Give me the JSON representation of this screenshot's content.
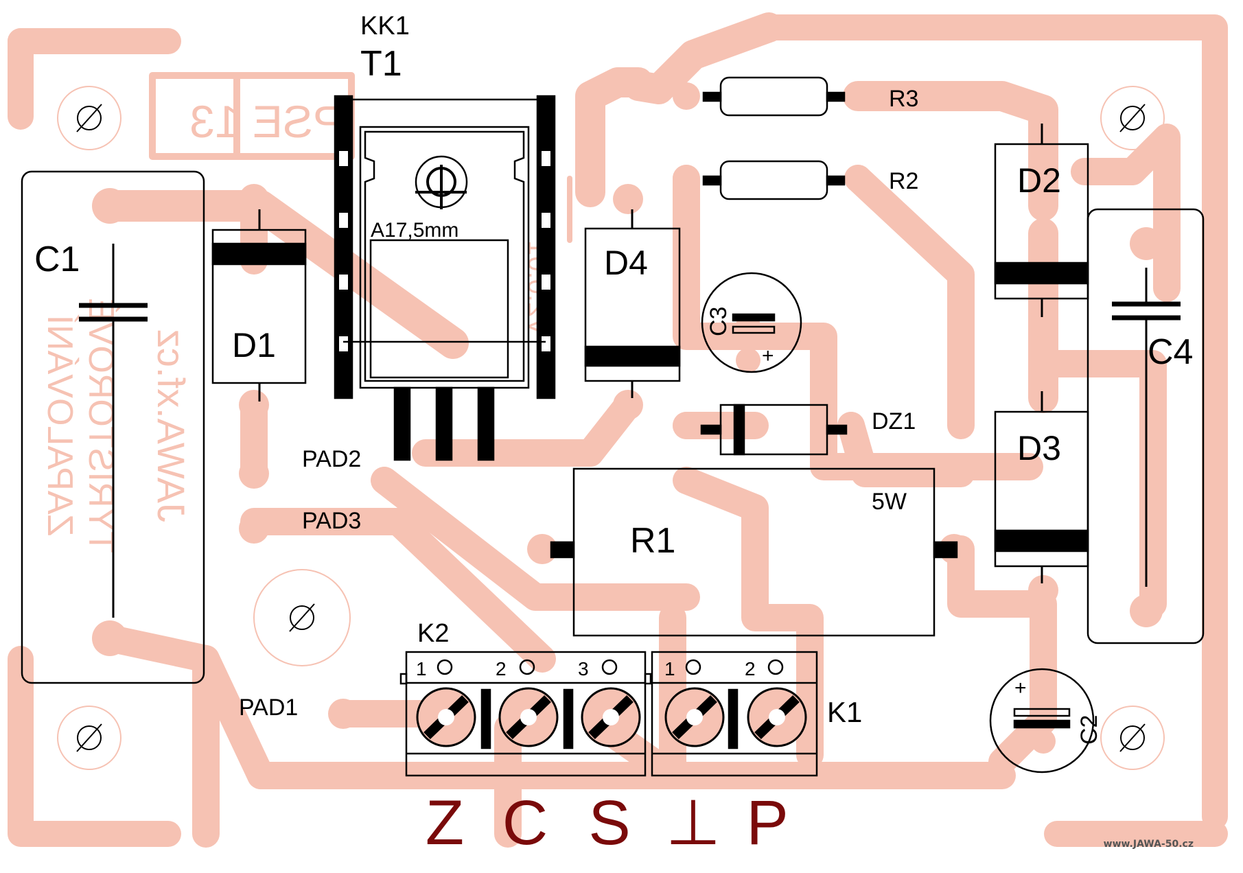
{
  "copper_text": {
    "mirrored_code": "PSE 13",
    "mirrored_site": "JAWA.xf.cz",
    "mirrored_title_1": "TYRISTOROVÉ",
    "mirrored_title_2": "ZAPALOVÁNÍ",
    "mirrored_version": "V2.0.01"
  },
  "components": {
    "kk1": "KK1",
    "t1": "T1",
    "hole_note": "A17,5mm",
    "r3": "R3",
    "r2": "R2",
    "d2": "D2",
    "d4": "D4",
    "d1": "D1",
    "c1": "C1",
    "c3": "C3",
    "c3_plus": "+",
    "c4": "C4",
    "dz1": "DZ1",
    "d3": "D3",
    "r1": "R1",
    "r1_power": "5W",
    "pad2": "PAD2",
    "pad3": "PAD3",
    "pad1": "PAD1",
    "k2": "K2",
    "k1": "K1",
    "c2": "C2",
    "c2_plus": "+"
  },
  "terminals": {
    "k2_pins": [
      "1",
      "2",
      "3"
    ],
    "k1_pins": [
      "1",
      "2"
    ],
    "letters": [
      "Z",
      "C",
      "S",
      "⊥",
      "P"
    ]
  },
  "credit": "www.JAWA-50.cz",
  "colors": {
    "copper": "#f6c2b3",
    "silkscreen": "#000000",
    "connector_letters": "#7a0a0a"
  }
}
